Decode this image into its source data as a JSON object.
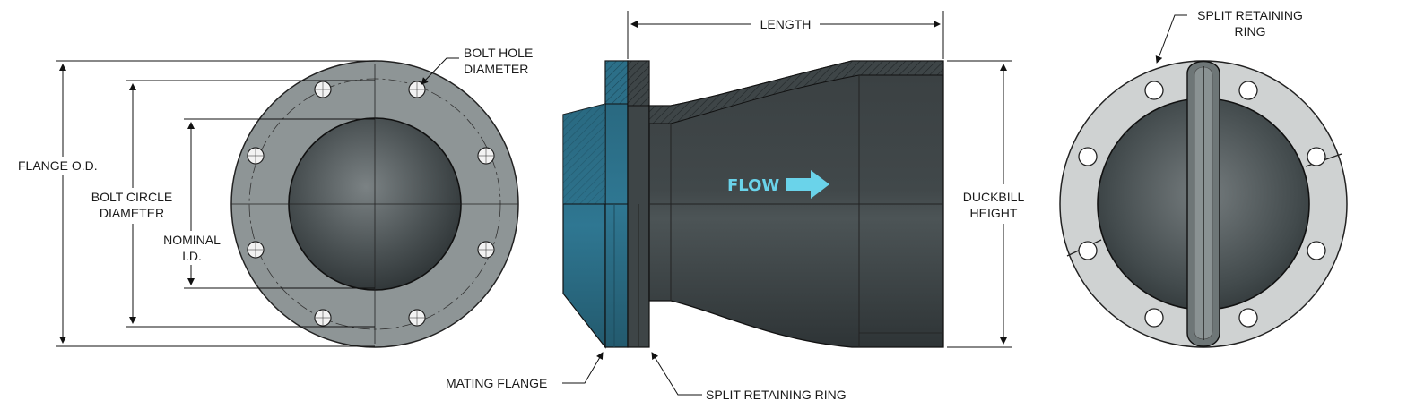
{
  "labels": {
    "flange_od": "FLANGE O.D.",
    "bolt_circle_1": "BOLT CIRCLE",
    "bolt_circle_2": "DIAMETER",
    "nominal_1": "NOMINAL",
    "nominal_2": "I.D.",
    "bolt_hole_1": "BOLT HOLE",
    "bolt_hole_2": "DIAMETER",
    "length": "LENGTH",
    "flow": "FLOW",
    "duckbill_1": "DUCKBILL",
    "duckbill_2": "HEIGHT",
    "mating_flange": "MATING FLANGE",
    "split_ring_bottom": "SPLIT RETAINING RING",
    "split_ring_top_1": "SPLIT RETAINING",
    "split_ring_top_2": "RING"
  },
  "colors": {
    "flange_gray": "#8e9596",
    "ring_light": "#cfd2d2",
    "body_dark": "#3a4042",
    "mating_blue": "#2c6f88",
    "flow_cyan": "#6ad3ea",
    "line": "#111111"
  }
}
